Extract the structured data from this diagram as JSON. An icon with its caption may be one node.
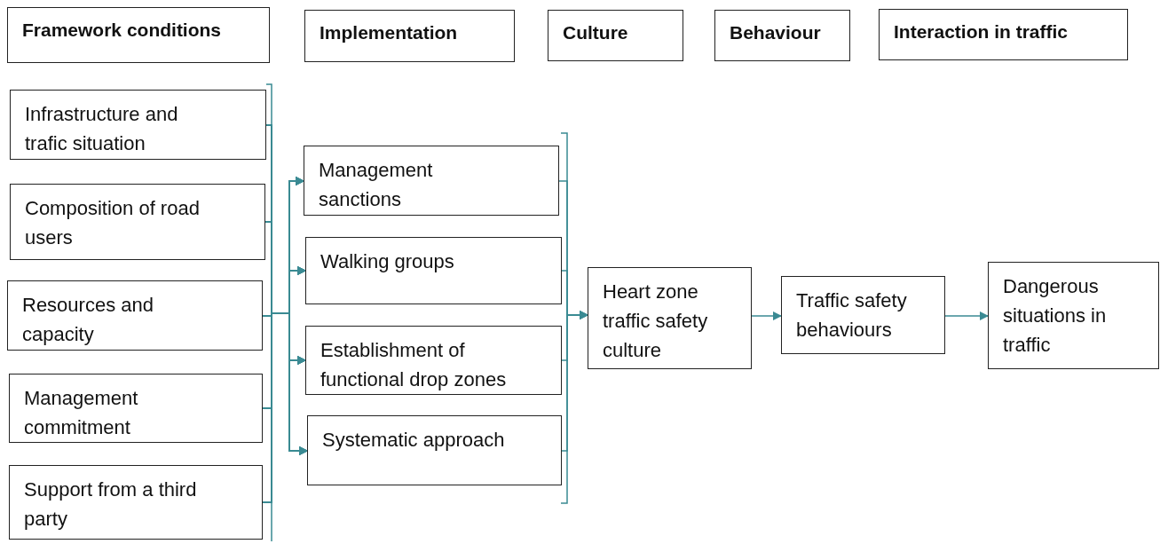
{
  "diagram": {
    "nodes": [
      {
        "text": [
          "Framework conditions"
        ]
      },
      {
        "text": [
          "Implementation"
        ]
      },
      {
        "text": [
          "Culture"
        ]
      },
      {
        "text": [
          "Behaviour"
        ]
      },
      {
        "text": [
          "Interaction in traffic"
        ]
      },
      {
        "text": [
          "Infrastructure and trafic situation"
        ]
      },
      {
        "text": [
          "Composition of road users"
        ]
      },
      {
        "text": [
          "Resources and capacity"
        ]
      },
      {
        "text": [
          "Management commitment"
        ]
      },
      {
        "text": [
          "Support from a third party"
        ]
      },
      {
        "text": [
          "Management sanctions"
        ]
      },
      {
        "text": [
          "Walking groups"
        ]
      },
      {
        "text": [
          "Establishment of functional drop zones"
        ]
      },
      {
        "text": [
          "Systematic approach"
        ]
      },
      {
        "text": [
          "Heart zone traffic safety culture"
        ]
      },
      {
        "text": [
          "Traffic safety behaviours"
        ]
      },
      {
        "text": [
          "Dangerous situations in traffic"
        ]
      }
    ],
    "edges": [
      {
        "from": 5,
        "to": 10,
        "arrow": "to"
      },
      {
        "from": 5,
        "to": 11,
        "arrow": "to"
      },
      {
        "from": 5,
        "to": 12,
        "arrow": "to"
      },
      {
        "from": 5,
        "to": 13,
        "arrow": "to"
      },
      {
        "from": 6,
        "to": 10,
        "arrow": "to"
      },
      {
        "from": 6,
        "to": 11,
        "arrow": "to"
      },
      {
        "from": 6,
        "to": 12,
        "arrow": "to"
      },
      {
        "from": 6,
        "to": 13,
        "arrow": "to"
      },
      {
        "from": 7,
        "to": 10,
        "arrow": "to"
      },
      {
        "from": 7,
        "to": 11,
        "arrow": "to"
      },
      {
        "from": 7,
        "to": 12,
        "arrow": "to"
      },
      {
        "from": 7,
        "to": 13,
        "arrow": "to"
      },
      {
        "from": 8,
        "to": 10,
        "arrow": "to"
      },
      {
        "from": 8,
        "to": 11,
        "arrow": "to"
      },
      {
        "from": 8,
        "to": 12,
        "arrow": "to"
      },
      {
        "from": 8,
        "to": 13,
        "arrow": "to"
      },
      {
        "from": 9,
        "to": 10,
        "arrow": "to"
      },
      {
        "from": 9,
        "to": 11,
        "arrow": "to"
      },
      {
        "from": 9,
        "to": 12,
        "arrow": "to"
      },
      {
        "from": 9,
        "to": 13,
        "arrow": "to"
      },
      {
        "from": 10,
        "to": 14,
        "arrow": "to"
      },
      {
        "from": 11,
        "to": 14,
        "arrow": "to"
      },
      {
        "from": 12,
        "to": 14,
        "arrow": "to"
      },
      {
        "from": 13,
        "to": 14,
        "arrow": "to"
      },
      {
        "from": 14,
        "to": 15,
        "arrow": "to"
      },
      {
        "from": 15,
        "to": 16,
        "arrow": "to"
      }
    ]
  }
}
